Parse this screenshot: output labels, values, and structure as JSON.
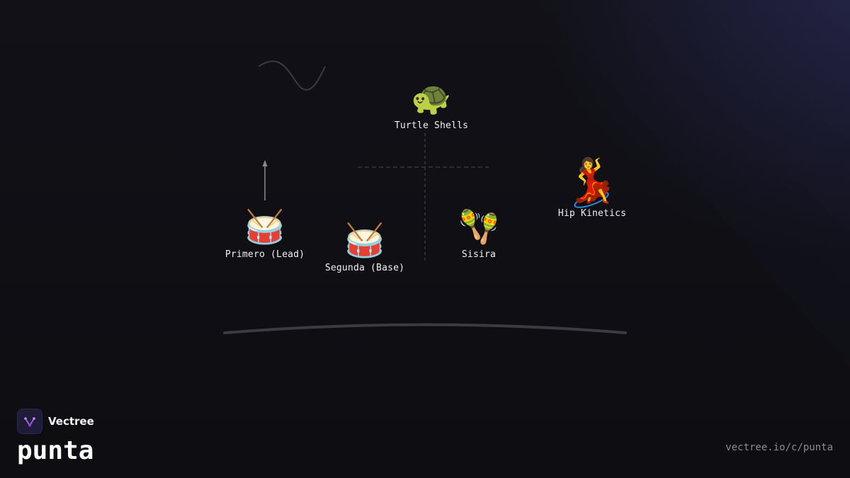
{
  "instruments": [
    {
      "key": "turtle",
      "label": "Turtle Shells",
      "icon": "turtle-icon",
      "emoji": "🐢"
    },
    {
      "key": "primero",
      "label": "Primero (Lead)",
      "icon": "drum-icon",
      "emoji": "🥁"
    },
    {
      "key": "segunda",
      "label": "Segunda (Base)",
      "icon": "drum-icon",
      "emoji": "🥁"
    },
    {
      "key": "sisira",
      "label": "Sisira",
      "icon": "maracas-icon",
      "emoji": "🪇"
    },
    {
      "key": "hip",
      "label": "Hip Kinetics",
      "icon": "dancer-icon",
      "emoji": "💃"
    }
  ],
  "brand": {
    "name": "Vectree",
    "title": "punta",
    "url": "vectree.io/c/punta"
  },
  "colors": {
    "background": "#0f0f14",
    "text": "#f2f2f4",
    "muted": "#8b8b94",
    "accent_blue": "#2a8ae0",
    "logo_purple": "#b05ce6"
  }
}
